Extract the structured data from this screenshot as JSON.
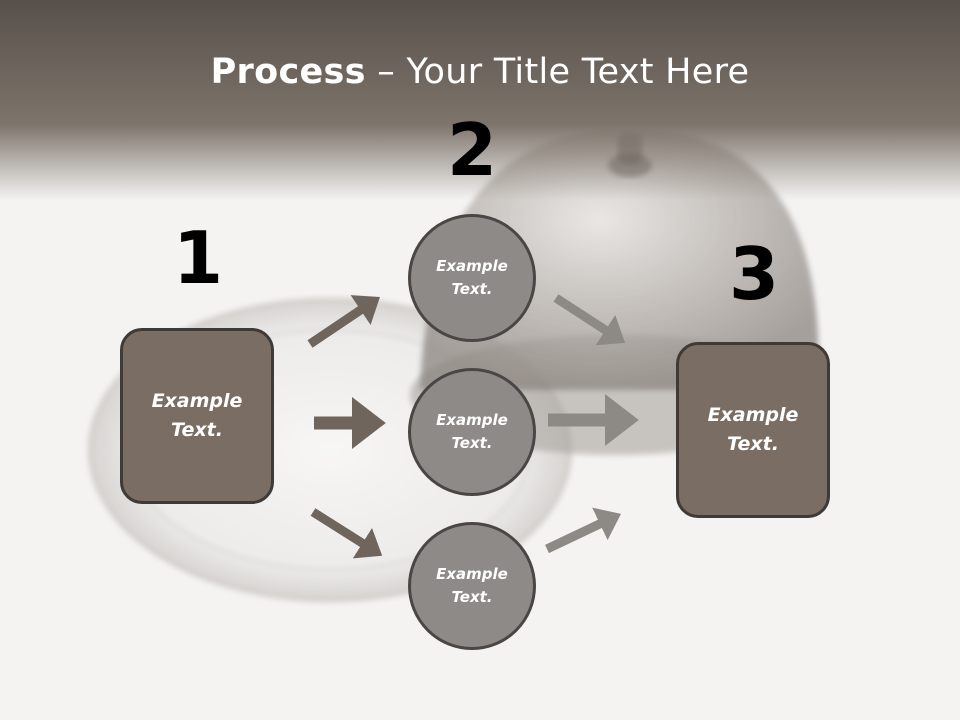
{
  "slide": {
    "title_bold": "Process",
    "title_rest": " – Your Title Text Here",
    "background_image": "cloche-on-plate"
  },
  "steps": {
    "one": {
      "number": "1",
      "box_text": "Example Text."
    },
    "two": {
      "number": "2",
      "circles": [
        "Example Text.",
        "Example Text.",
        "Example Text."
      ]
    },
    "three": {
      "number": "3",
      "box_text": "Example Text."
    }
  },
  "colors": {
    "box_fill": "#7a6e64",
    "circle_fill": "#8e8a87",
    "arrow_left": "#6f655c",
    "arrow_right": "#8d8985",
    "title_band": "#6d655d"
  },
  "icons": [
    "arrow-icon"
  ]
}
